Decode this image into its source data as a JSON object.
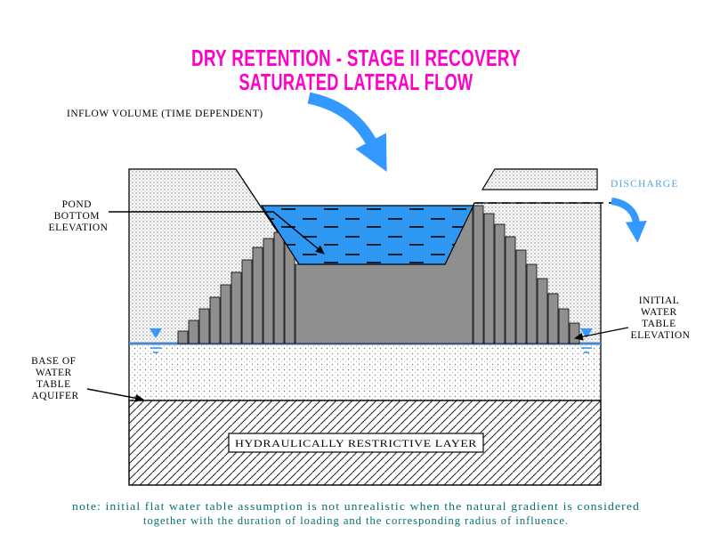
{
  "title": {
    "line1": "DRY RETENTION - STAGE II RECOVERY",
    "line2": "SATURATED LATERAL FLOW"
  },
  "labels": {
    "inflow": "INFLOW VOLUME (TIME DEPENDENT)",
    "discharge": "DISCHARGE",
    "pond_bottom": {
      "l1": "POND",
      "l2": "BOTTOM",
      "l3": "ELEVATION"
    },
    "initial_water_table": {
      "l1": "INITIAL",
      "l2": "WATER",
      "l3": "TABLE",
      "l4": "ELEVATION"
    },
    "base_of_aquifer": {
      "l1": "BASE OF",
      "l2": "WATER",
      "l3": "TABLE",
      "l4": "AQUIFER"
    },
    "restrictive_layer": "HYDRAULICALLY RESTRICTIVE LAYER"
  },
  "note": {
    "line1": "note:  initial flat water table assumption is not unrealistic when the natural gradient is considered",
    "line2": "together with the duration of loading and the corresponding radius of influence."
  },
  "colors": {
    "title": "#ff00cc",
    "water": "#2e97f2",
    "flow_arrow": "#3399ff",
    "discharge_text": "#59a2d8",
    "note_text": "#007070",
    "water_table_line": "#4a86c8"
  }
}
